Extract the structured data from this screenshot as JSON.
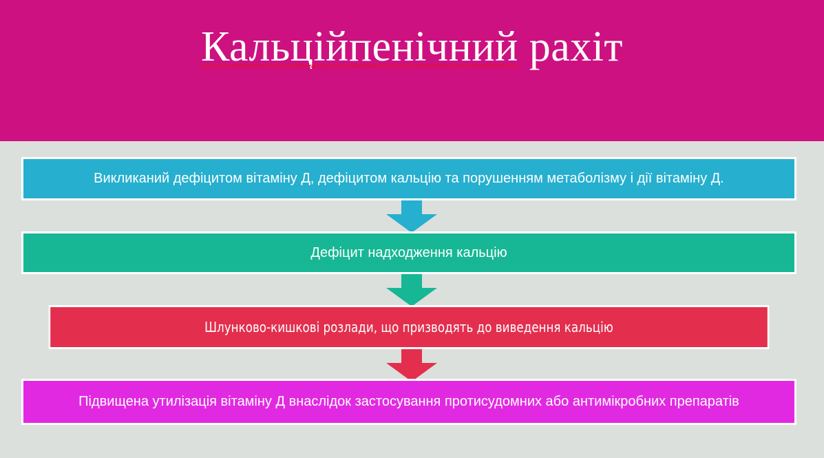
{
  "slide": {
    "background_color": "#dbe0dc",
    "header": {
      "background_color": "#cd1180",
      "title_misspelled_word": "Кальційпенічний",
      "title_rest": " рахіт",
      "title_full": "Кальційпенічний рахіт",
      "title_color": "#ffffff"
    }
  },
  "flowchart": {
    "type": "vertical-process-flow",
    "boxes": [
      {
        "index": 1,
        "text": "Викликаний дефіцитом вітаміну Д, дефіцитом кальцію та порушенням метаболізму і дії вітаміну Д.",
        "fill_color": "#26afcf",
        "text_color": "#ffffff"
      },
      {
        "index": 2,
        "text": "Дефіцит надходження кальцію",
        "fill_color": "#17b795",
        "text_color": "#ffffff"
      },
      {
        "index": 3,
        "text": "Шлунково-кишкові розлади, що призводять до виведення кальцію",
        "fill_color": "#e32f4d",
        "text_color": "#ffffff"
      },
      {
        "index": 4,
        "text": "Підвищена утилізація вітаміну Д внаслідок застосування протисудомних або антимікробних препаратів",
        "fill_color": "#e229e2",
        "text_color": "#ffffff"
      }
    ],
    "arrows": [
      {
        "index": 1,
        "direction": "down",
        "color": "#26afcf"
      },
      {
        "index": 2,
        "direction": "down",
        "color": "#17b795"
      },
      {
        "index": 3,
        "direction": "down",
        "color": "#e32f4d"
      }
    ]
  }
}
